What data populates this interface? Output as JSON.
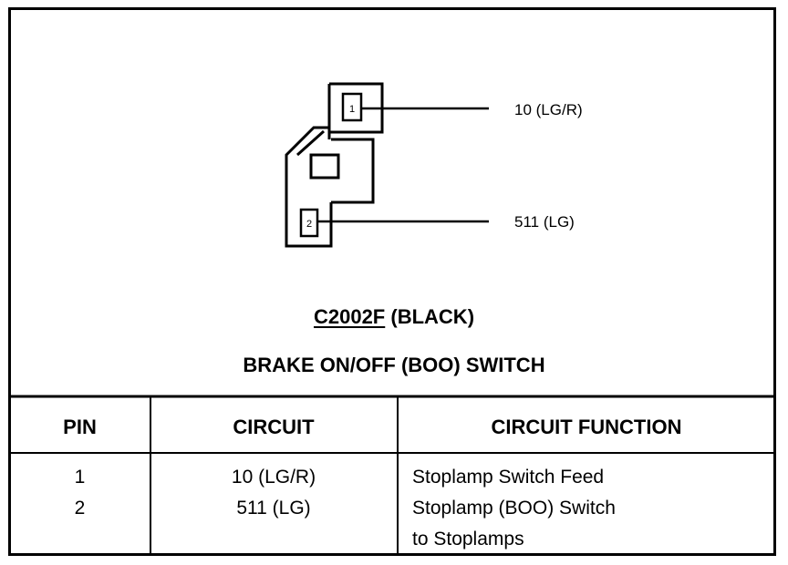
{
  "connector": {
    "id": "C2002F",
    "color": "(BLACK)",
    "component": "BRAKE ON/OFF (BOO) SWITCH",
    "pins": [
      {
        "number": "1",
        "callout": "10 (LG/R)"
      },
      {
        "number": "2",
        "callout": "511 (LG)"
      }
    ]
  },
  "table": {
    "headers": {
      "pin": "PIN",
      "circuit": "CIRCUIT",
      "function": "CIRCUIT FUNCTION"
    },
    "rows": [
      {
        "pin": "1",
        "circuit": "10 (LG/R)",
        "function": [
          "Stoplamp Switch Feed"
        ]
      },
      {
        "pin": "2",
        "circuit": "511 (LG)",
        "function": [
          "Stoplamp (BOO) Switch",
          "to Stoplamps"
        ]
      }
    ]
  }
}
